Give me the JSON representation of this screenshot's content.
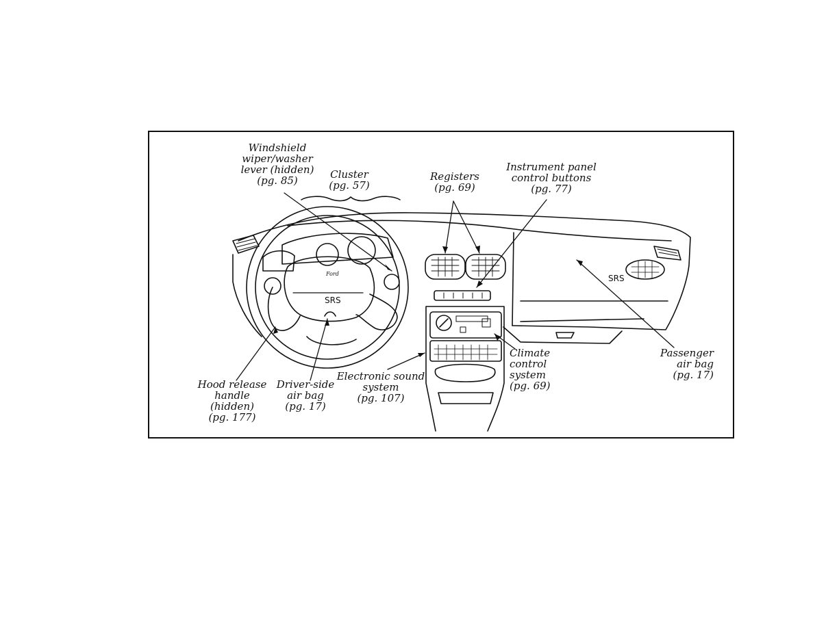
{
  "callouts": {
    "windshield": [
      "Windshield",
      "wiper/washer",
      "lever (hidden)",
      "(pg. 85)"
    ],
    "cluster": [
      "Cluster",
      "(pg. 57)"
    ],
    "registers": [
      "Registers",
      "(pg. 69)"
    ],
    "instrument": [
      "Instrument panel",
      "control buttons",
      "(pg. 77)"
    ],
    "hood": [
      "Hood release",
      "handle",
      "(hidden)",
      "(pg. 177)"
    ],
    "driver_airbag": [
      "Driver-side",
      "air bag",
      "(pg. 17)"
    ],
    "sound": [
      "Electronic sound",
      "system",
      "(pg. 107)"
    ],
    "climate": [
      "Climate",
      "control",
      "system",
      "(pg. 69)"
    ],
    "passenger_airbag": [
      "Passenger",
      "air bag",
      "(pg. 17)"
    ]
  },
  "labels": {
    "srs_wheel": "SRS",
    "srs_dash": "SRS",
    "ford_logo": "Ford"
  },
  "colors": {
    "ink": "#111111",
    "paper": "#ffffff"
  }
}
